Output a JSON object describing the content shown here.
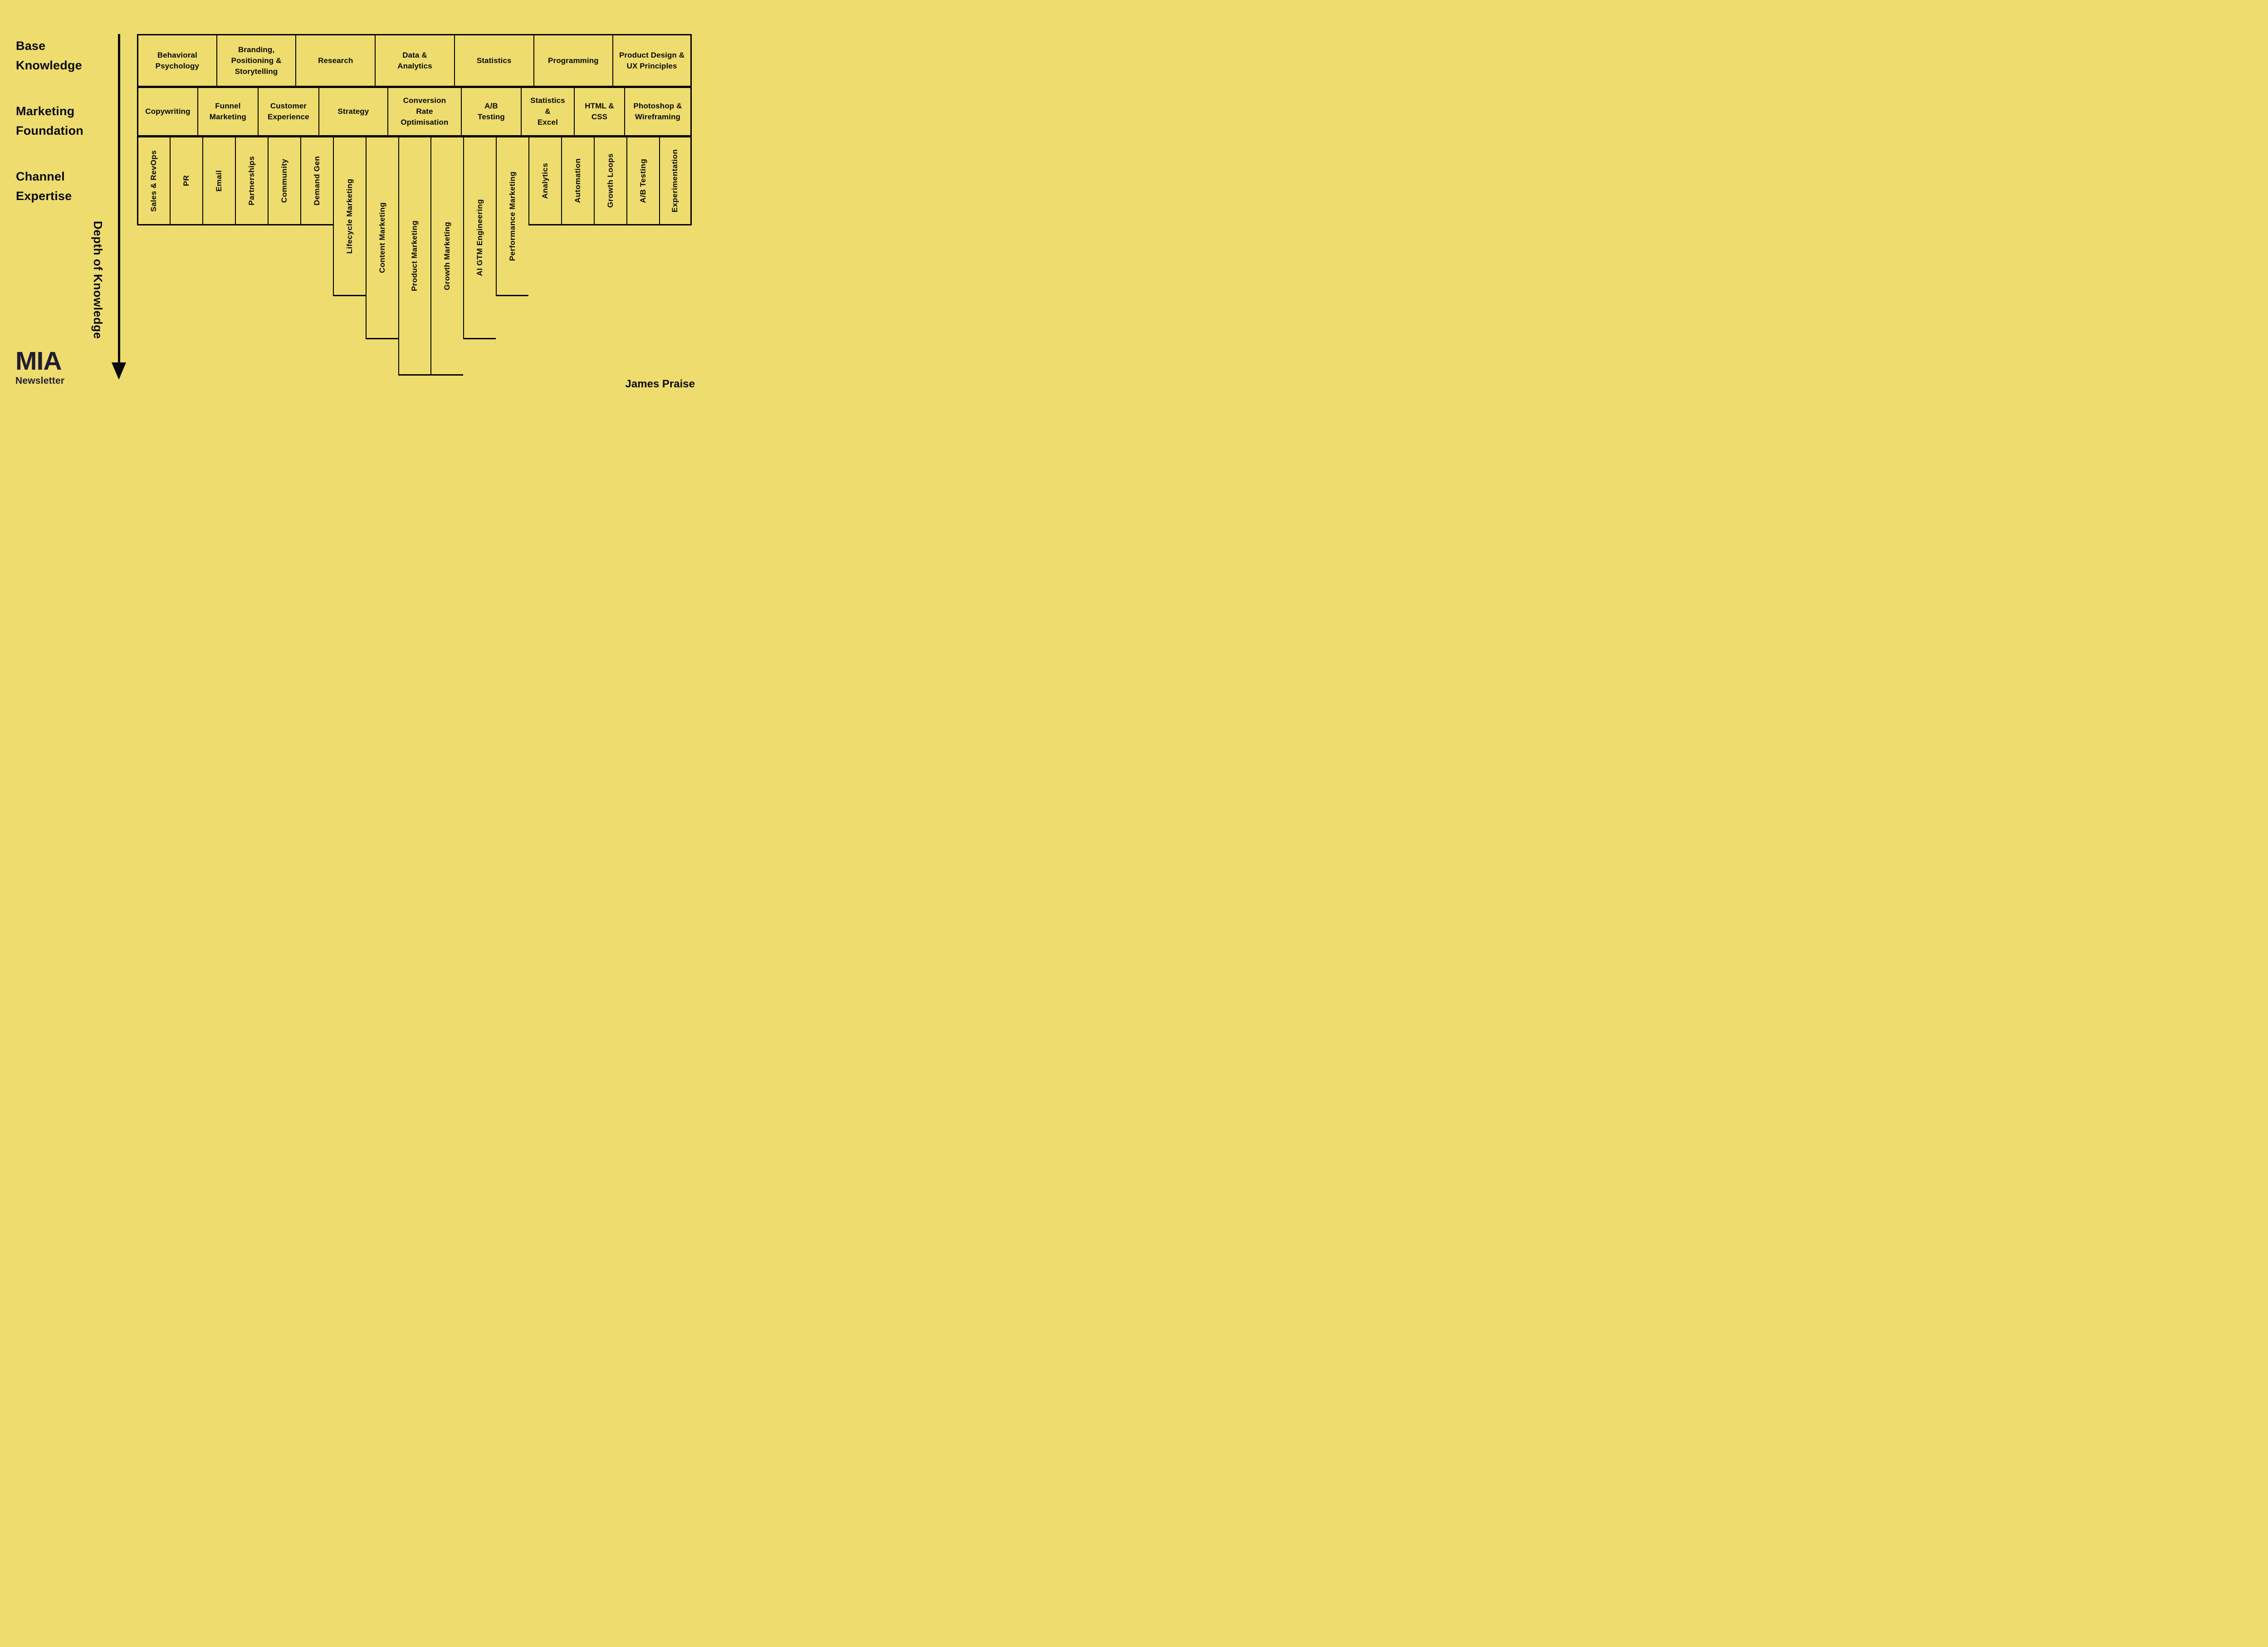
{
  "canvas": {
    "background": "#EEDC6E",
    "ink": "#0A0A0A",
    "logo_ink": "#211D33"
  },
  "row_labels": [
    {
      "id": "base-knowledge",
      "lines": [
        "Base",
        "Knowledge"
      ]
    },
    {
      "id": "marketing-foundation",
      "lines": [
        "Marketing",
        "Foundation"
      ]
    },
    {
      "id": "channel-expertise",
      "lines": [
        "Channel",
        "Expertise"
      ]
    }
  ],
  "depth_axis": {
    "label": "Depth of Knowledge"
  },
  "base_knowledge_row": {
    "cells": [
      {
        "label": "Behavioral Psychology",
        "lines": [
          "Behavioral",
          "Psychology"
        ]
      },
      {
        "label": "Branding, Positioning & Storytelling",
        "lines": [
          "Branding,",
          "Positioning &",
          "Storytelling"
        ]
      },
      {
        "label": "Research",
        "lines": [
          "Research"
        ]
      },
      {
        "label": "Data & Analytics",
        "lines": [
          "Data &",
          "Analytics"
        ]
      },
      {
        "label": "Statistics",
        "lines": [
          "Statistics"
        ]
      },
      {
        "label": "Programming",
        "lines": [
          "Programming"
        ]
      },
      {
        "label": "Product Design & UX Principles",
        "lines": [
          "Product Design &",
          "UX Principles"
        ]
      }
    ]
  },
  "marketing_foundation_row": {
    "cells": [
      {
        "label": "Copywriting",
        "lines": [
          "Copywriting"
        ]
      },
      {
        "label": "Funnel Marketing",
        "lines": [
          "Funnel",
          "Marketing"
        ]
      },
      {
        "label": "Customer Experience",
        "lines": [
          "Customer",
          "Experience"
        ]
      },
      {
        "label": "Strategy",
        "lines": [
          "Strategy"
        ]
      },
      {
        "label": "Conversion Rate Optimisation",
        "lines": [
          "Conversion",
          "Rate",
          "Optimisation"
        ]
      },
      {
        "label": "A/B Testing",
        "lines": [
          "A/B",
          "Testing"
        ]
      },
      {
        "label": "Statistics & Excel",
        "lines": [
          "Statistics",
          "&",
          "Excel"
        ]
      },
      {
        "label": "HTML & CSS",
        "lines": [
          "HTML &",
          "CSS"
        ]
      },
      {
        "label": "Photoshop & Wireframing",
        "lines": [
          "Photoshop &",
          "Wireframing"
        ]
      }
    ]
  },
  "channel_expertise_row": {
    "cells": [
      {
        "label": "Sales & RevOps",
        "depth": 1
      },
      {
        "label": "PR",
        "depth": 1
      },
      {
        "label": "Email",
        "depth": 1
      },
      {
        "label": "Partnerships",
        "depth": 1
      },
      {
        "label": "Community",
        "depth": 1
      },
      {
        "label": "Demand Gen",
        "depth": 1
      },
      {
        "label": "Lifecycle Marketing",
        "depth": 2
      },
      {
        "label": "Content Marketing",
        "depth": 3
      },
      {
        "label": "Product Marketing",
        "depth": 4
      },
      {
        "label": "Growth Marketing",
        "depth": 4
      },
      {
        "label": "AI GTM Engineering",
        "depth": 3
      },
      {
        "label": "Performance Marketing",
        "depth": 2
      },
      {
        "label": "Analytics",
        "depth": 1
      },
      {
        "label": "Automation",
        "depth": 1
      },
      {
        "label": "Growth Loops",
        "depth": 1
      },
      {
        "label": "A/B Testing",
        "depth": 1
      },
      {
        "label": "Experimentation",
        "depth": 1
      }
    ]
  },
  "footer": {
    "brand": "MIA",
    "brand_sub": "Newsletter",
    "credit": "James Praise"
  }
}
